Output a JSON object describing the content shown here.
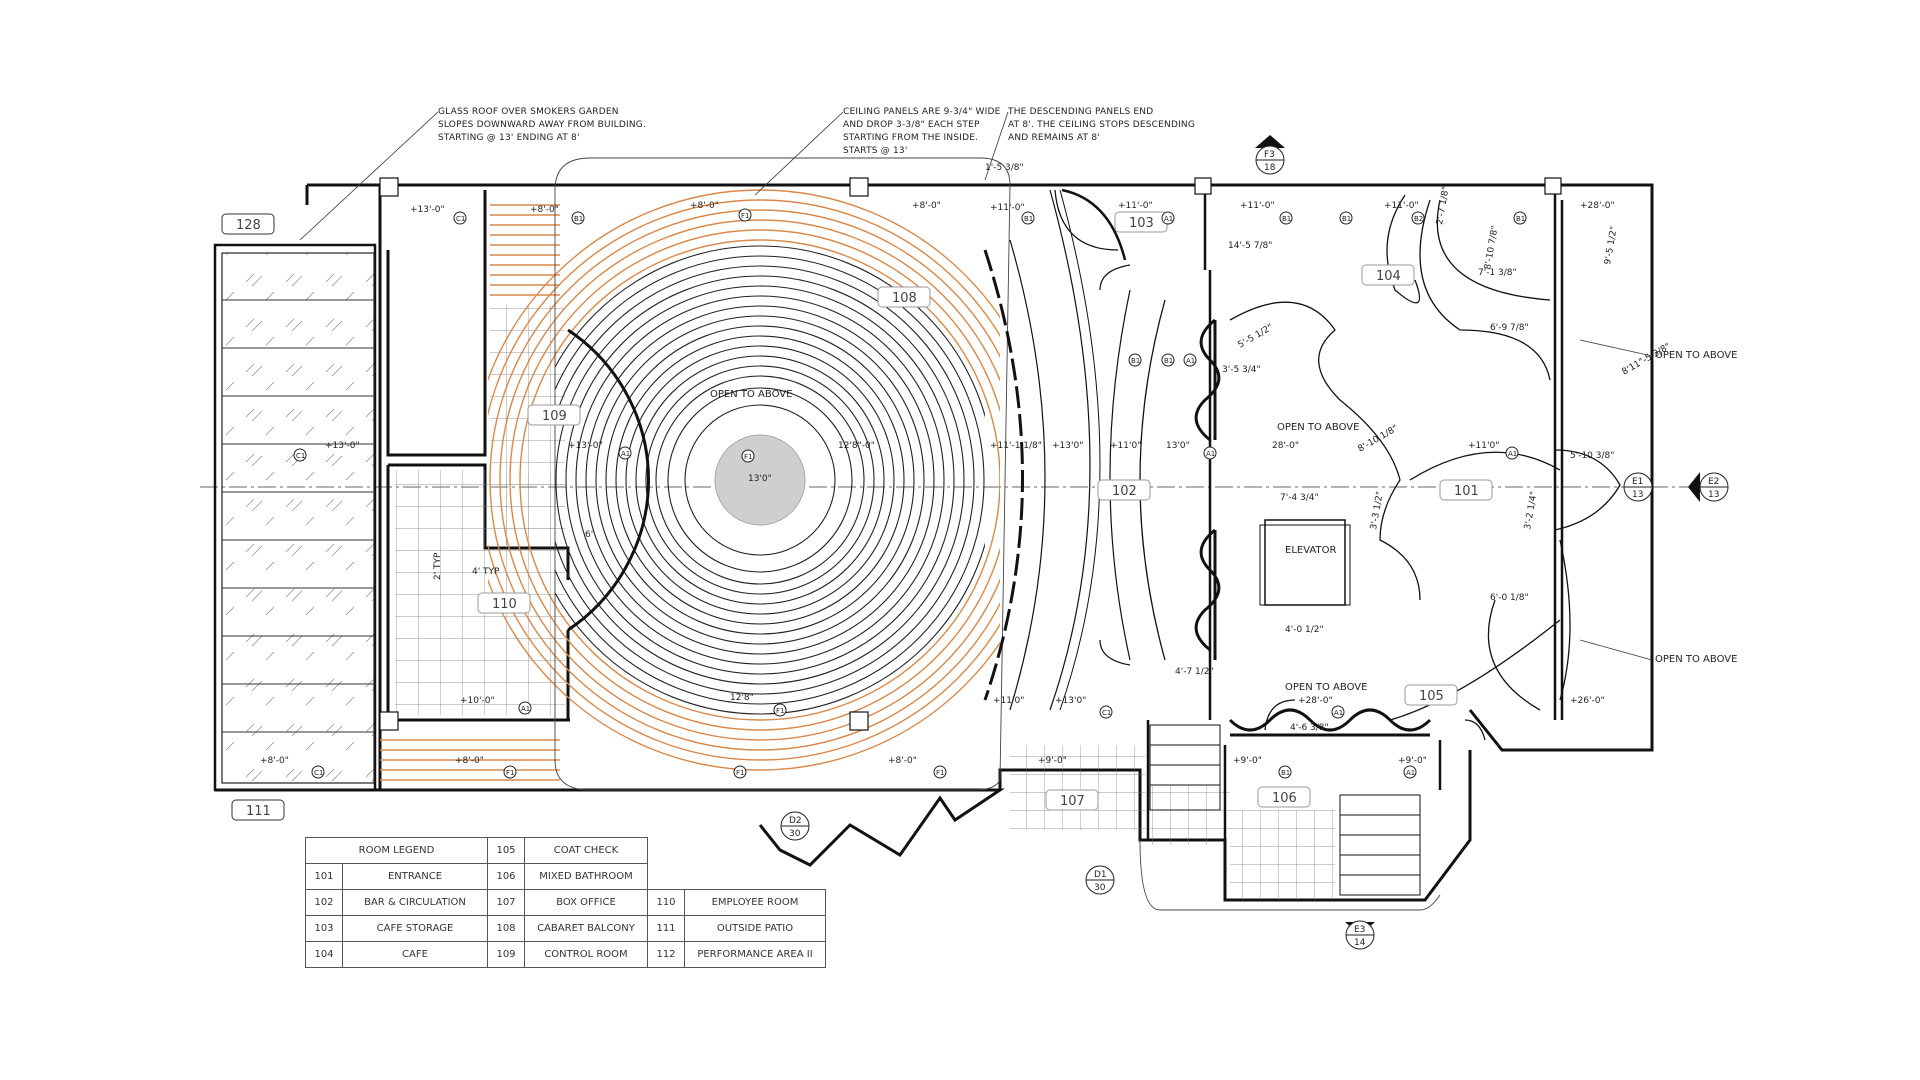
{
  "notes": {
    "glass_roof": "GLASS ROOF OVER SMOKERS GARDEN\nSLOPES DOWNWARD AWAY FROM BUILDING.\nSTARTING @ 13' ENDING AT 8'",
    "ceiling_panels": "CEILING PANELS ARE 9-3/4\" WIDE\nAND DROP 3-3/8\" EACH STEP\nSTARTING FROM THE INSIDE.\nSTARTS @ 13'",
    "descending_panels": "THE DESCENDING PANELS END\nAT 8'. THE CEILING STOPS DESCENDING\nAND REMAINS AT 8'"
  },
  "rooms": {
    "r128": "128",
    "r111": "111",
    "r109": "109",
    "r110": "110",
    "r108": "108",
    "r104": "104",
    "r101": "101",
    "r102": "102",
    "r103": "103",
    "r105": "105",
    "r107": "107",
    "r106": "106"
  },
  "labels": {
    "open_center": "OPEN TO ABOVE",
    "open_mid": "OPEN TO ABOVE",
    "open_lower": "OPEN TO ABOVE",
    "open_right_top": "OPEN TO ABOVE",
    "open_right_bottom": "OPEN TO ABOVE",
    "elevator": "ELEVATOR",
    "center_height": "13'0\""
  },
  "heights": {
    "h1": "+13'-0\"",
    "h2": "+8'-0\"",
    "h3": "+8'-0\"",
    "h4": "+8'-0\"",
    "h5": "+11'-0\"",
    "h6": "+11'-0\"",
    "h7": "+11'-0\"",
    "h8": "+11'-0\"",
    "h9": "+28'-0\"",
    "h10": "+13'-0\"",
    "h11": "+13'-0\"",
    "h12": "12'8\"-0\"",
    "h13": "+11'-1 1/8\"",
    "h14": "+13'0\"",
    "h15": "+11'0\"",
    "h16": "13'0\"",
    "h17": "28'-0\"",
    "h18": "+11'0\"",
    "h19": "+10'-0\"",
    "h20": "+8'-0\"",
    "h21": "+8'-0\"",
    "h22": "+8'-0\"",
    "h23": "+11'0\"",
    "h24": "+13'0\"",
    "h25": "+9'-0\"",
    "h26": "+9'-0\"",
    "h27": "+9'-0\"",
    "h28": "+28'-0\"",
    "h29": "+26'-0\"",
    "h30": "12'8\""
  },
  "fixtures": [
    "C1",
    "B1",
    "B1",
    "F1",
    "B1",
    "A1",
    "B1",
    "B2",
    "B1",
    "B1",
    "A1",
    "A1",
    "F1",
    "C1",
    "A1",
    "F1",
    "F1",
    "A1",
    "C1",
    "F1",
    "F1",
    "B1",
    "A1",
    "C1",
    "A1",
    "A1",
    "B1"
  ],
  "dims": {
    "d1": "1'-5 3/8\"",
    "d2": "14'-5 7/8\"",
    "d3": "2'-7 1/8\"",
    "d4": "8'-10 7/8\"",
    "d5": "7'-1 3/8\"",
    "d6": "9'-5 1/2\"",
    "d7": "6'-9 7/8\"",
    "d8": "8'11\"-5 3/8\"",
    "d9": "5'-5 1/2\"",
    "d10": "3'-5 3/4\"",
    "d11": "8'-10 1/8\"",
    "d12": "7'-4 3/4\"",
    "d13": "3'-3 1/2\"",
    "d14": "5'-10 3/8\"",
    "d15": "3'-2 1/4\"",
    "d16": "6'-0 1/8\"",
    "d17": "4'-0 1/2\"",
    "d18": "4'-7 1/2\"",
    "d19": "4'-6 3/8\"",
    "d20": "4' TYP",
    "d21": "2' TYP",
    "d22": "6'"
  },
  "sections": {
    "s1_top": "F3",
    "s1_bot": "18",
    "s2_top": "E1",
    "s2_bot": "13",
    "s3_top": "E2",
    "s3_bot": "13",
    "s4_top": "D2",
    "s4_bot": "30",
    "s5_top": "D1",
    "s5_bot": "30",
    "s6_top": "E3",
    "s6_bot": "14"
  },
  "legend": {
    "title": "ROOM LEGEND",
    "rows": [
      {
        "n1": "101",
        "a": "ENTRANCE",
        "n2": "106",
        "b": "MIXED BATHROOM",
        "n3": "",
        "c": ""
      },
      {
        "n1": "102",
        "a": "BAR & CIRCULATION",
        "n2": "107",
        "b": "BOX OFFICE",
        "n3": "110",
        "c": "EMPLOYEE ROOM"
      },
      {
        "n1": "103",
        "a": "CAFE STORAGE",
        "n2": "108",
        "b": "CABARET BALCONY",
        "n3": "111",
        "c": "OUTSIDE PATIO"
      },
      {
        "n1": "104",
        "a": "CAFE",
        "n2": "109",
        "b": "CONTROL ROOM",
        "n3": "112",
        "c": "PERFORMANCE AREA II"
      }
    ],
    "head_n2": "105",
    "head_b": "COAT CHECK"
  },
  "colors": {
    "line": "#111111",
    "accent": "#d9884a",
    "grid": "#888888"
  }
}
